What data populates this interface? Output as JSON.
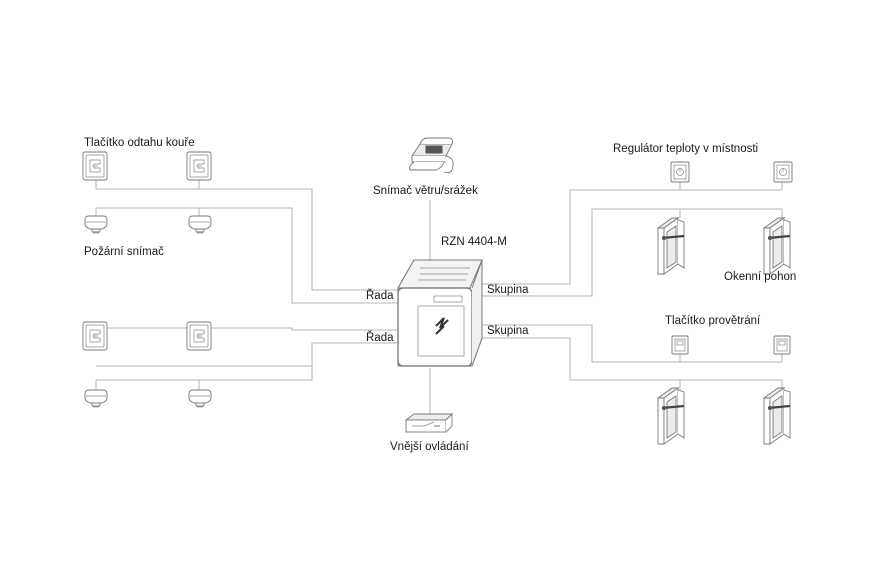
{
  "labels": {
    "smoke_button": "Tlačítko odtahu kouře",
    "fire_detector": "Požární snímač",
    "wind_rain_sensor": "Snímač větru/srážek",
    "controller": "RZN 4404-M",
    "line_1": "Řada",
    "line_2": "Řada",
    "group_1": "Skupina",
    "group_2": "Skupina",
    "room_thermostat": "Regulátor teploty v místnosti",
    "window_drive": "Okenní pohon",
    "vent_button": "Tlačítko provětrání",
    "external_control": "Vnější ovládání"
  },
  "colors": {
    "wire": "#b4b4b4",
    "outline": "#7a7a7a",
    "text": "#1a1a1a"
  }
}
